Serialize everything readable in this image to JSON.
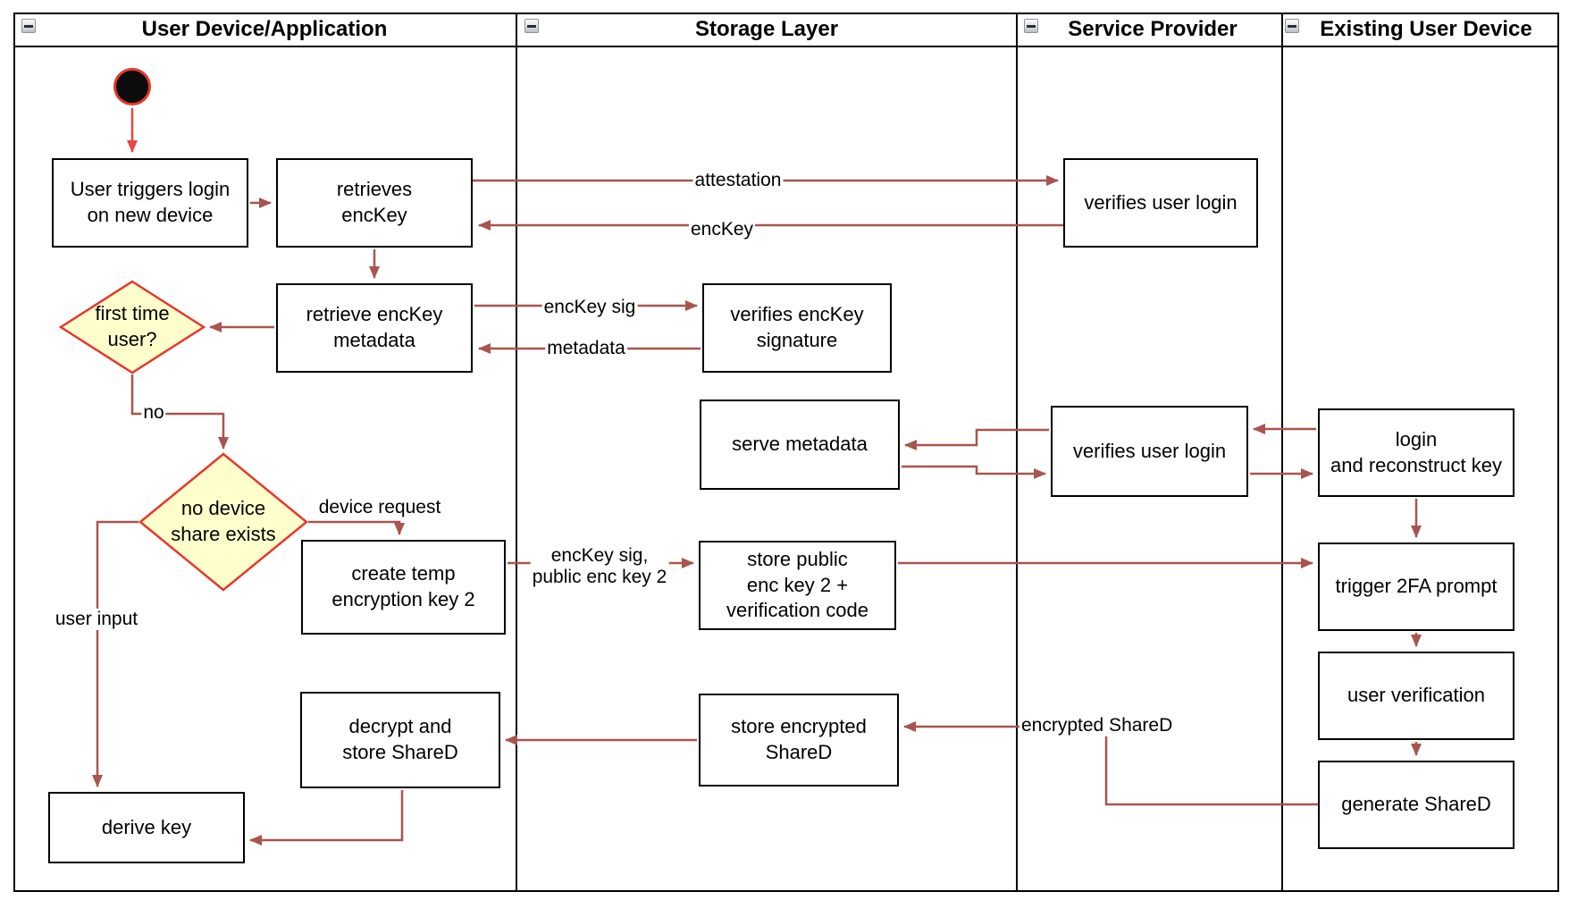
{
  "lanes": [
    {
      "label": "User Device/Application"
    },
    {
      "label": "Storage Layer"
    },
    {
      "label": "Service Provider"
    },
    {
      "label": "Existing User Device"
    }
  ],
  "icons": {
    "collapse": "minus"
  },
  "colors": {
    "connector": "#A9544D",
    "accent_red": "#E8372B",
    "diamond_fill": "#FFFFCC",
    "node_border": "#000000",
    "start_fill": "#0C0C0C"
  },
  "nodes": {
    "user_triggers": "User triggers login\non new device",
    "retrieves_enckey": "retrieves\nencKey",
    "verifies_user_login_top": "verifies user login",
    "retrieve_enckey_metadata": "retrieve encKey\nmetadata",
    "verifies_enckey_signature": "verifies encKey\nsignature",
    "first_time_user": "first time\nuser?",
    "serve_metadata": "serve metadata",
    "verifies_user_login_mid": "verifies user login",
    "login_reconstruct": "login\nand reconstruct key",
    "no_device_share": "no device\nshare exists",
    "create_temp_key": "create temp\nencryption key 2",
    "store_public_key": "store public\nenc key 2 +\nverification code",
    "trigger_2fa": "trigger 2FA prompt",
    "user_verification": "user verification",
    "generate_shared": "generate ShareD",
    "store_encrypted_shared": "store encrypted\nShareD",
    "decrypt_store_shared": "decrypt and\nstore ShareD",
    "derive_key": "derive key"
  },
  "edge_labels": {
    "attestation": "attestation",
    "enckey": "encKey",
    "enckey_sig": "encKey sig",
    "metadata": "metadata",
    "no": "no",
    "device_request": "device request",
    "enckey_sig_public": "encKey sig,\npublic enc key 2",
    "user_input": "user input",
    "encrypted_shared": "encrypted ShareD"
  }
}
